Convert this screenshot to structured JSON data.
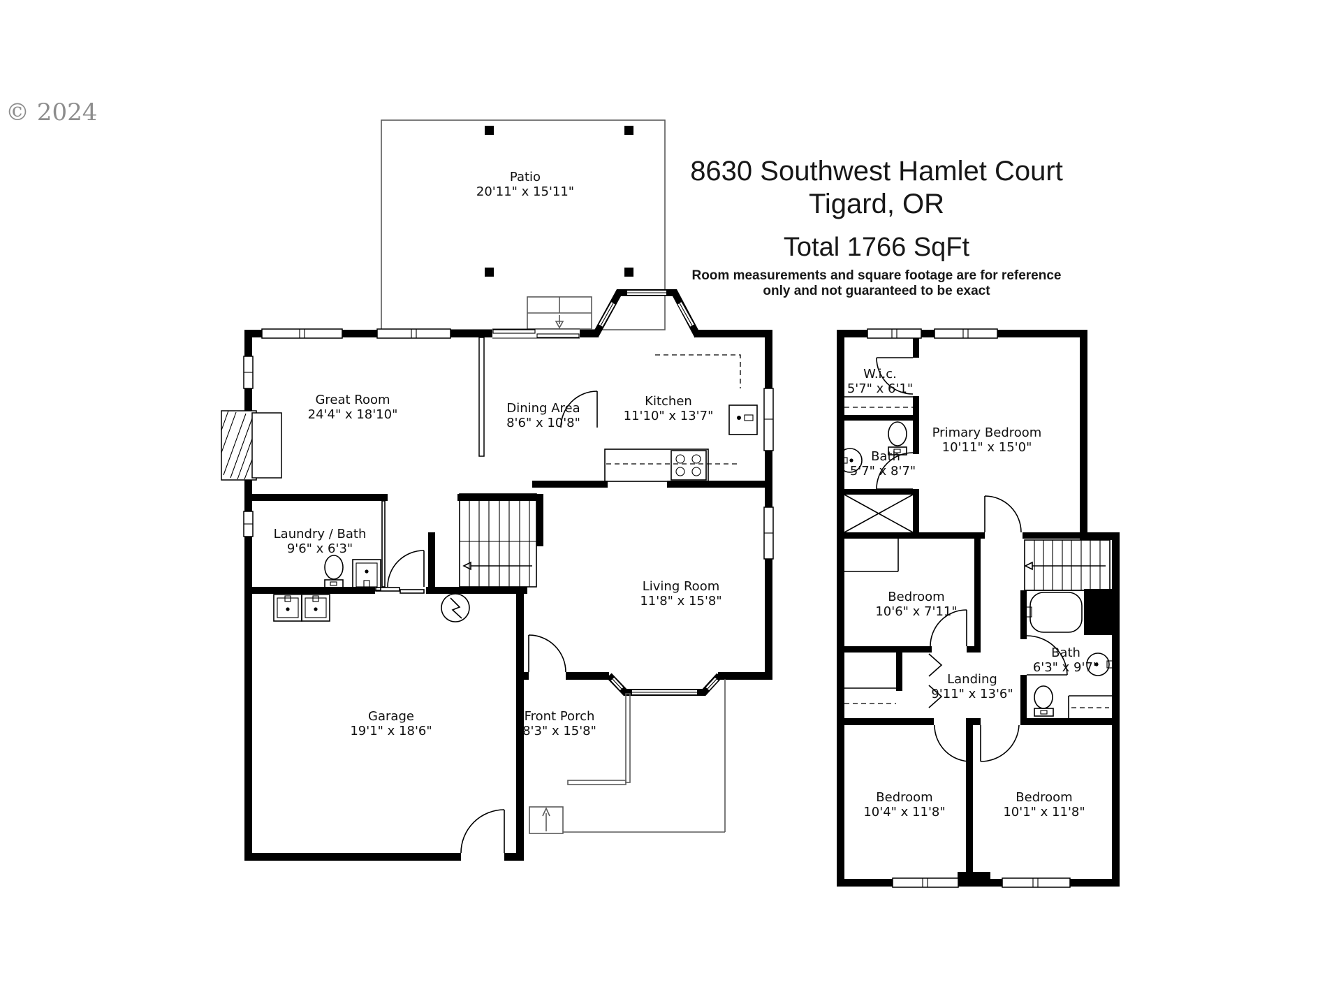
{
  "copyright": "© 2024",
  "header": {
    "address_line1": "8630 Southwest Hamlet Court",
    "address_line2": "Tigard, OR",
    "total": "Total 1766 SqFt",
    "disclaimer_line1": "Room measurements and square footage are for reference",
    "disclaimer_line2": "only and not guaranteed to be exact"
  },
  "first_floor": {
    "rooms": [
      {
        "name": "Patio",
        "dims": "20'11\" x 15'11\""
      },
      {
        "name": "Great Room",
        "dims": "24'4\" x 18'10\""
      },
      {
        "name": "Dining Area",
        "dims": "8'6\" x 10'8\""
      },
      {
        "name": "Kitchen",
        "dims": "11'10\" x 13'7\""
      },
      {
        "name": "Laundry / Bath",
        "dims": "9'6\" x 6'3\""
      },
      {
        "name": "Living Room",
        "dims": "11'8\" x 15'8\""
      },
      {
        "name": "Garage",
        "dims": "19'1\" x 18'6\""
      },
      {
        "name": "Front Porch",
        "dims": "8'3\" x 15'8\""
      }
    ]
  },
  "second_floor": {
    "rooms": [
      {
        "name": "W.i.c.",
        "dims": "5'7\" x 6'1\""
      },
      {
        "name": "Bath",
        "dims": "5'7\" x 8'7\""
      },
      {
        "name": "Primary Bedroom",
        "dims": "10'11\" x 15'0\""
      },
      {
        "name": "Bedroom",
        "dims": "10'6\" x 7'11\""
      },
      {
        "name": "Landing",
        "dims": "9'11\" x 13'6\""
      },
      {
        "name": "Bath",
        "dims": "6'3\" x 9'7\""
      },
      {
        "name": "Bedroom",
        "dims": "10'4\" x 11'8\""
      },
      {
        "name": "Bedroom",
        "dims": "10'1\" x 11'8\""
      }
    ]
  },
  "colors": {
    "walls": "#000000",
    "patio_outline": "#5a5a5a",
    "copyright_text": "#8d8d8d"
  }
}
